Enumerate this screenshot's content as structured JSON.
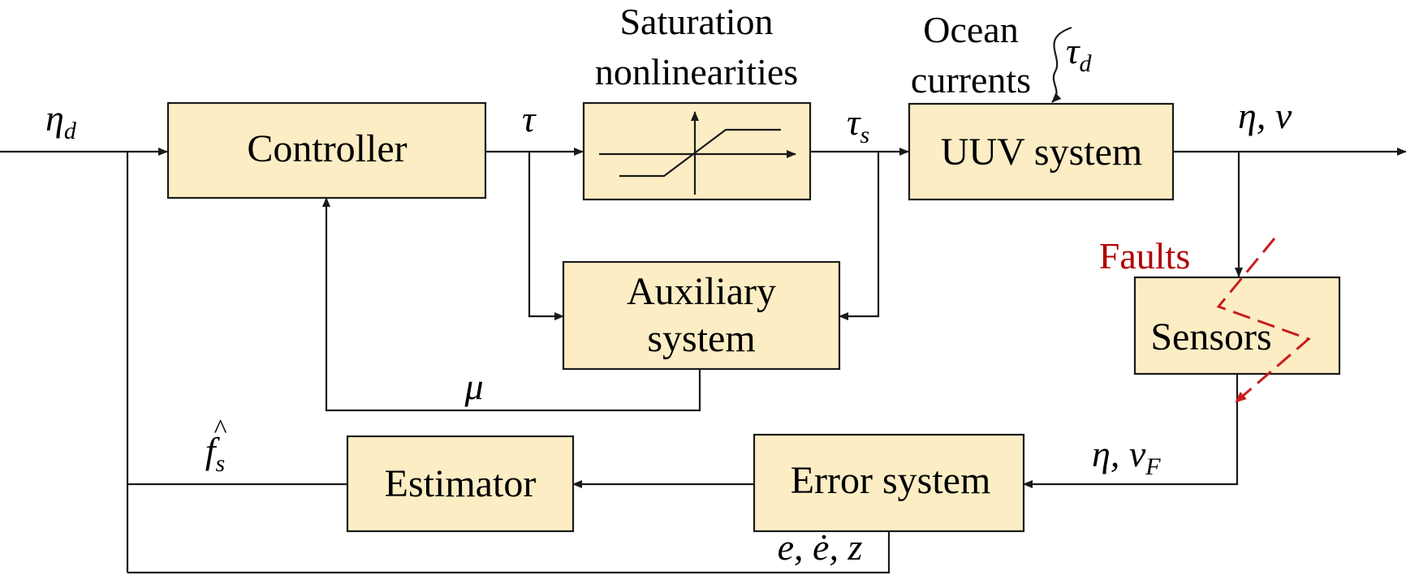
{
  "blocks": {
    "controller": "Controller",
    "saturation_caption_1": "Saturation",
    "saturation_caption_2": "nonlinearities",
    "uuv": "UUV system",
    "ocean_caption_1": "Ocean",
    "ocean_caption_2": "currents",
    "auxiliary_1": "Auxiliary",
    "auxiliary_2": "system",
    "sensors": "Sensors",
    "estimator": "Estimator",
    "error_system": "Error system"
  },
  "faults_label": "Faults",
  "signals": {
    "eta_d": "η",
    "eta_d_sub": "d",
    "tau": "τ",
    "tau_s": "τ",
    "tau_s_sub": "s",
    "tau_d": "τ",
    "tau_d_sub": "d",
    "eta_v": "η, ν",
    "eta_vF": "η, ν",
    "eta_vF_sub": "F",
    "mu": "μ",
    "f_hat": "f",
    "f_hat_sub": "s",
    "f_hat_accent": "^",
    "err": "e, ė, z"
  },
  "colors": {
    "block_fill": "#fcedc4",
    "line": "#1a1a1a",
    "fault": "#b00000"
  }
}
